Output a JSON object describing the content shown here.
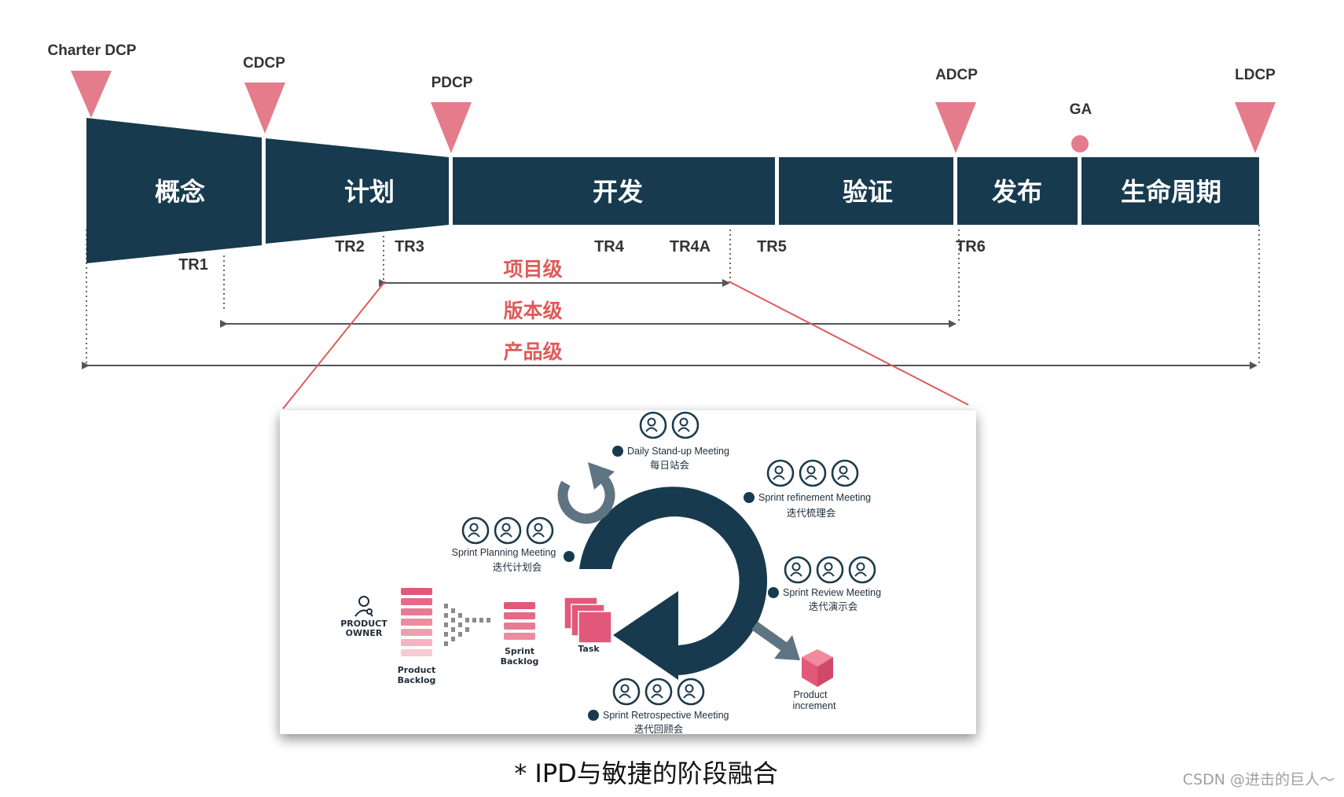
{
  "colors": {
    "navy": "#173a4e",
    "pink": "#e47c8c",
    "red": "#e05a5a",
    "arrow_gray": "#555555",
    "gray_arrow": "#5f7482"
  },
  "milestones": {
    "charter_dcp": "Charter DCP",
    "cdcp": "CDCP",
    "pdcp": "PDCP",
    "adcp": "ADCP",
    "ga": "GA",
    "ldcp": "LDCP"
  },
  "phases": {
    "concept": "概念",
    "plan": "计划",
    "develop": "开发",
    "verify": "验证",
    "release": "发布",
    "lifecycle": "生命周期"
  },
  "tech_reviews": {
    "tr1": "TR1",
    "tr2": "TR2",
    "tr3": "TR3",
    "tr4": "TR4",
    "tr4a": "TR4A",
    "tr5": "TR5",
    "tr6": "TR6"
  },
  "levels": {
    "project": "项目级",
    "version": "版本级",
    "product": "产品级"
  },
  "scrum": {
    "daily_en": "Daily Stand-up Meeting",
    "daily_zh": "每日站会",
    "refinement_en": "Sprint refinement Meeting",
    "refinement_zh": "迭代梳理会",
    "planning_en": "Sprint Planning Meeting",
    "planning_zh": "迭代计划会",
    "review_en": "Sprint Review Meeting",
    "review_zh": "迭代演示会",
    "retro_en": "Sprint Retrospective Meeting",
    "retro_zh": "迭代回顾会",
    "product_owner_1": "PRODUCT",
    "product_owner_2": "OWNER",
    "product_backlog_1": "Product",
    "product_backlog_2": "Backlog",
    "sprint_backlog_1": "Sprint",
    "sprint_backlog_2": "Backlog",
    "task": "Task",
    "increment_1": "Product",
    "increment_2": "increment"
  },
  "caption": "* IPD与敏捷的阶段融合",
  "watermark": "CSDN @进击的巨人～"
}
